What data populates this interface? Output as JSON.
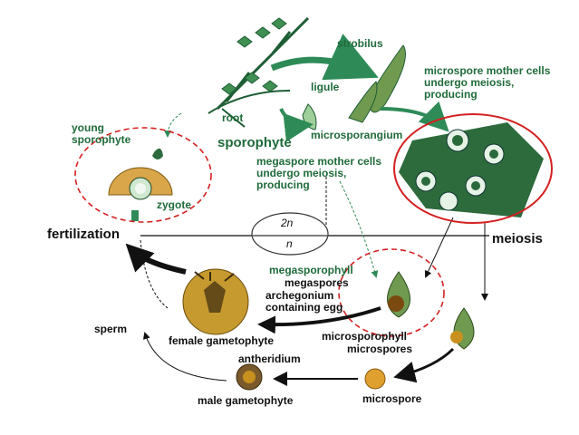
{
  "labels": {
    "strobilus": "strobilus",
    "ligule": "ligule",
    "root": "root",
    "sporophyte": "sporophyte",
    "young_sporophyte": "young\nsporophyte",
    "zygote": "zygote",
    "microspore_mother": "microspore mother cells\nundergo meiosis,\nproducing",
    "microsporangium": "microsporangium",
    "megaspore_mother": "megaspore mother cells\nundergo meiosis,\nproducing",
    "two_n": "2n",
    "n": "n",
    "fertilization": "fertilization",
    "meiosis": "meiosis",
    "megasporophyll": "megasporophyll",
    "megaspores": "megaspores",
    "archegonium": "archegonium\ncontaining egg",
    "sperm": "sperm",
    "female_gametophyte": "female gametophyte",
    "microsporophyll": "microsporophyll",
    "microspores": "microspores",
    "antheridium": "antheridium",
    "male_gametophyte": "male gametophyte",
    "microspore": "microspore"
  },
  "colors": {
    "label_green": "#1f6b3a",
    "label_dark": "#111111",
    "arrow_green": "#2e8b57",
    "highlight_red": "#d42020",
    "spore_tan": "#c8901e"
  },
  "icons": [
    "red-dashed-ellipse",
    "red-solid-ellipse",
    "cycle-arrow",
    "plant-illustration"
  ]
}
